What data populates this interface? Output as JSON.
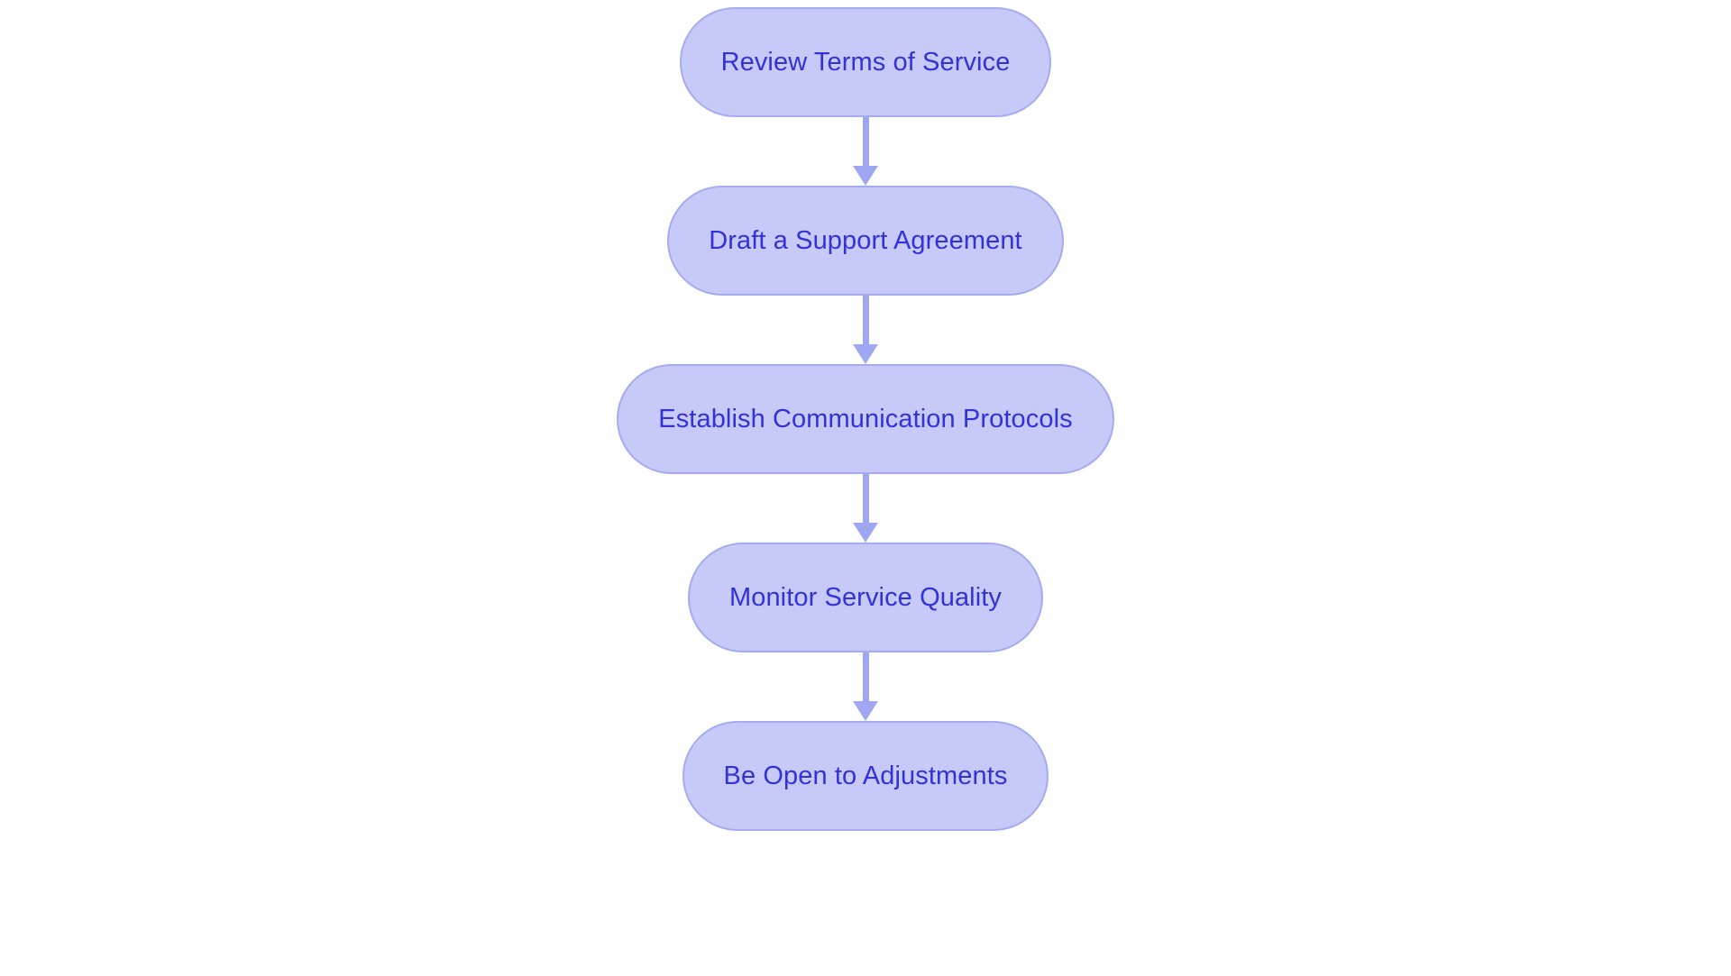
{
  "diagram": {
    "type": "flowchart",
    "orientation": "vertical-top-to-bottom",
    "background_color": "#ffffff",
    "node_style": {
      "shape": "stadium",
      "fill_color": "#c7caf9",
      "border_color": "#a5abf0",
      "text_color": "#3331d8"
    },
    "connector_style": {
      "type": "arrow",
      "color": "#9fa6f2",
      "arrowhead": "solid-triangle"
    },
    "nodes": [
      {
        "id": "n1",
        "label": "Review Terms of Service"
      },
      {
        "id": "n2",
        "label": "Draft a Support Agreement"
      },
      {
        "id": "n3",
        "label": "Establish Communication Protocols"
      },
      {
        "id": "n4",
        "label": "Monitor Service Quality"
      },
      {
        "id": "n5",
        "label": "Be Open to Adjustments"
      }
    ],
    "edges": [
      {
        "from": "n1",
        "to": "n2",
        "label": ""
      },
      {
        "from": "n2",
        "to": "n3",
        "label": ""
      },
      {
        "from": "n3",
        "to": "n4",
        "label": ""
      },
      {
        "from": "n4",
        "to": "n5",
        "label": ""
      }
    ]
  }
}
